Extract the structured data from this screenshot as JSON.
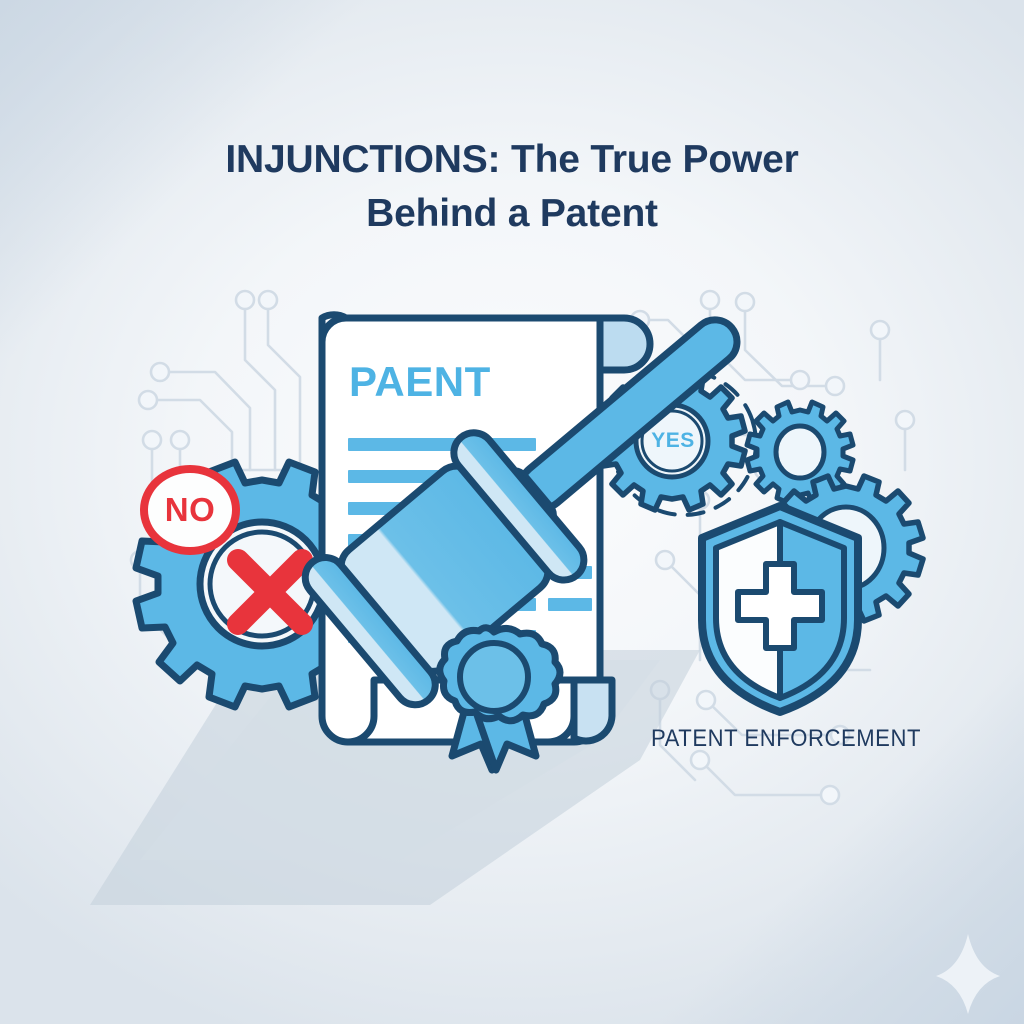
{
  "poster": {
    "title_line1": "INJUNCTIONS: The True Power",
    "title_line2": "Behind a Patent",
    "title_color": "#1f3a5f",
    "background_color": "#eef2f6"
  },
  "document": {
    "heading": "PAENT",
    "heading_color": "#4eb3e4",
    "body_line_count": 7,
    "seal_label": "ribbon-seal"
  },
  "badges": {
    "no": {
      "label": "NO",
      "color": "#e8343c",
      "mark": "x-mark"
    },
    "yes": {
      "label": "YES",
      "color": "#4eb3e4",
      "mark": "gear"
    }
  },
  "caption": {
    "text": "PATENT ENFORCEMENT",
    "color": "#1f3a5f"
  },
  "icons": {
    "gavel": "gavel-icon",
    "shield": "shield-cross-icon",
    "gear_small_top": "gear-icon",
    "gear_small_right": "gear-icon",
    "sparkle": "sparkle-icon",
    "circuit": "circuit-board-pattern"
  },
  "palette": {
    "outline_navy": "#1b4a70",
    "blue_mid": "#5cb8e6",
    "blue_light": "#a8d8f0",
    "blue_pale": "#cfe7f5",
    "paper_white": "#ffffff",
    "shadow_gray": "#c5d0da",
    "red": "#e8343c"
  }
}
